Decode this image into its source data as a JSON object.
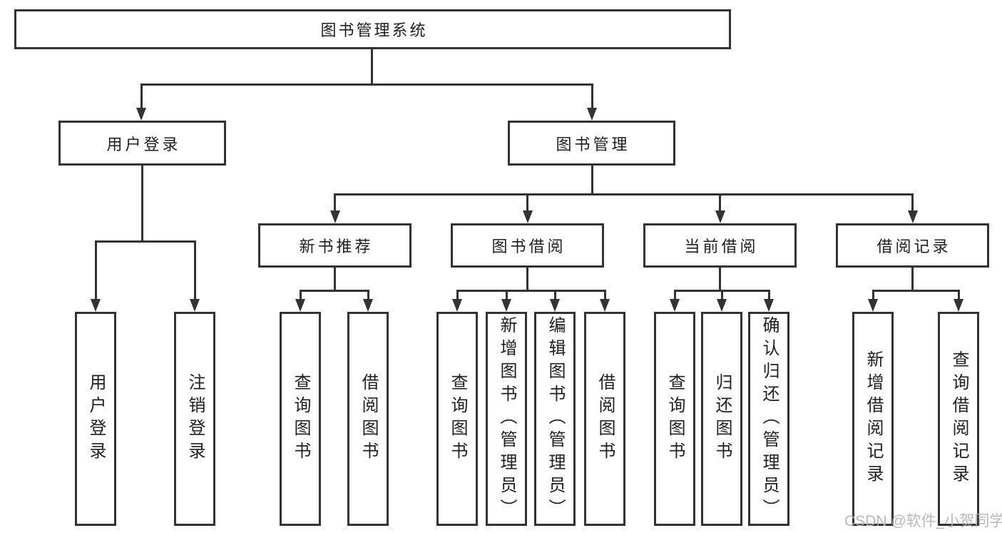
{
  "title": {
    "label": "图书管理系统"
  },
  "level2": {
    "user_login": {
      "label": "用户登录"
    },
    "book_management": {
      "label": "图书管理"
    }
  },
  "level3": {
    "new_book_recommend": {
      "label": "新书推荐"
    },
    "book_borrow": {
      "label": "图书借阅"
    },
    "current_borrow": {
      "label": "当前借阅"
    },
    "borrow_record": {
      "label": "借阅记录"
    }
  },
  "leaves": {
    "user_login": {
      "label": "用户登录"
    },
    "logout": {
      "label": "注销登录"
    },
    "recommend_query_books": {
      "label": "查询图书"
    },
    "recommend_borrow_books": {
      "label": "借阅图书"
    },
    "borrow_query_books": {
      "label": "查询图书"
    },
    "add_books_admin": {
      "label": "新增图书（管理员）"
    },
    "edit_books_admin": {
      "label": "编辑图书（管理员）"
    },
    "borrow_borrow_books": {
      "label": "借阅图书"
    },
    "current_query_books": {
      "label": "查询图书"
    },
    "return_books": {
      "label": "归还图书"
    },
    "confirm_return_admin": {
      "label": "确认归还（管理员）"
    },
    "add_borrow_record": {
      "label": "新增借阅记录"
    },
    "query_borrow_record": {
      "label": "查询借阅记录"
    }
  },
  "watermark": {
    "text": "CSDN @软件_小贺同学"
  },
  "colors": {
    "line": "#333333",
    "text": "#1f1f1f",
    "watermark": "#b3b3b3",
    "background": "#ffffff"
  }
}
